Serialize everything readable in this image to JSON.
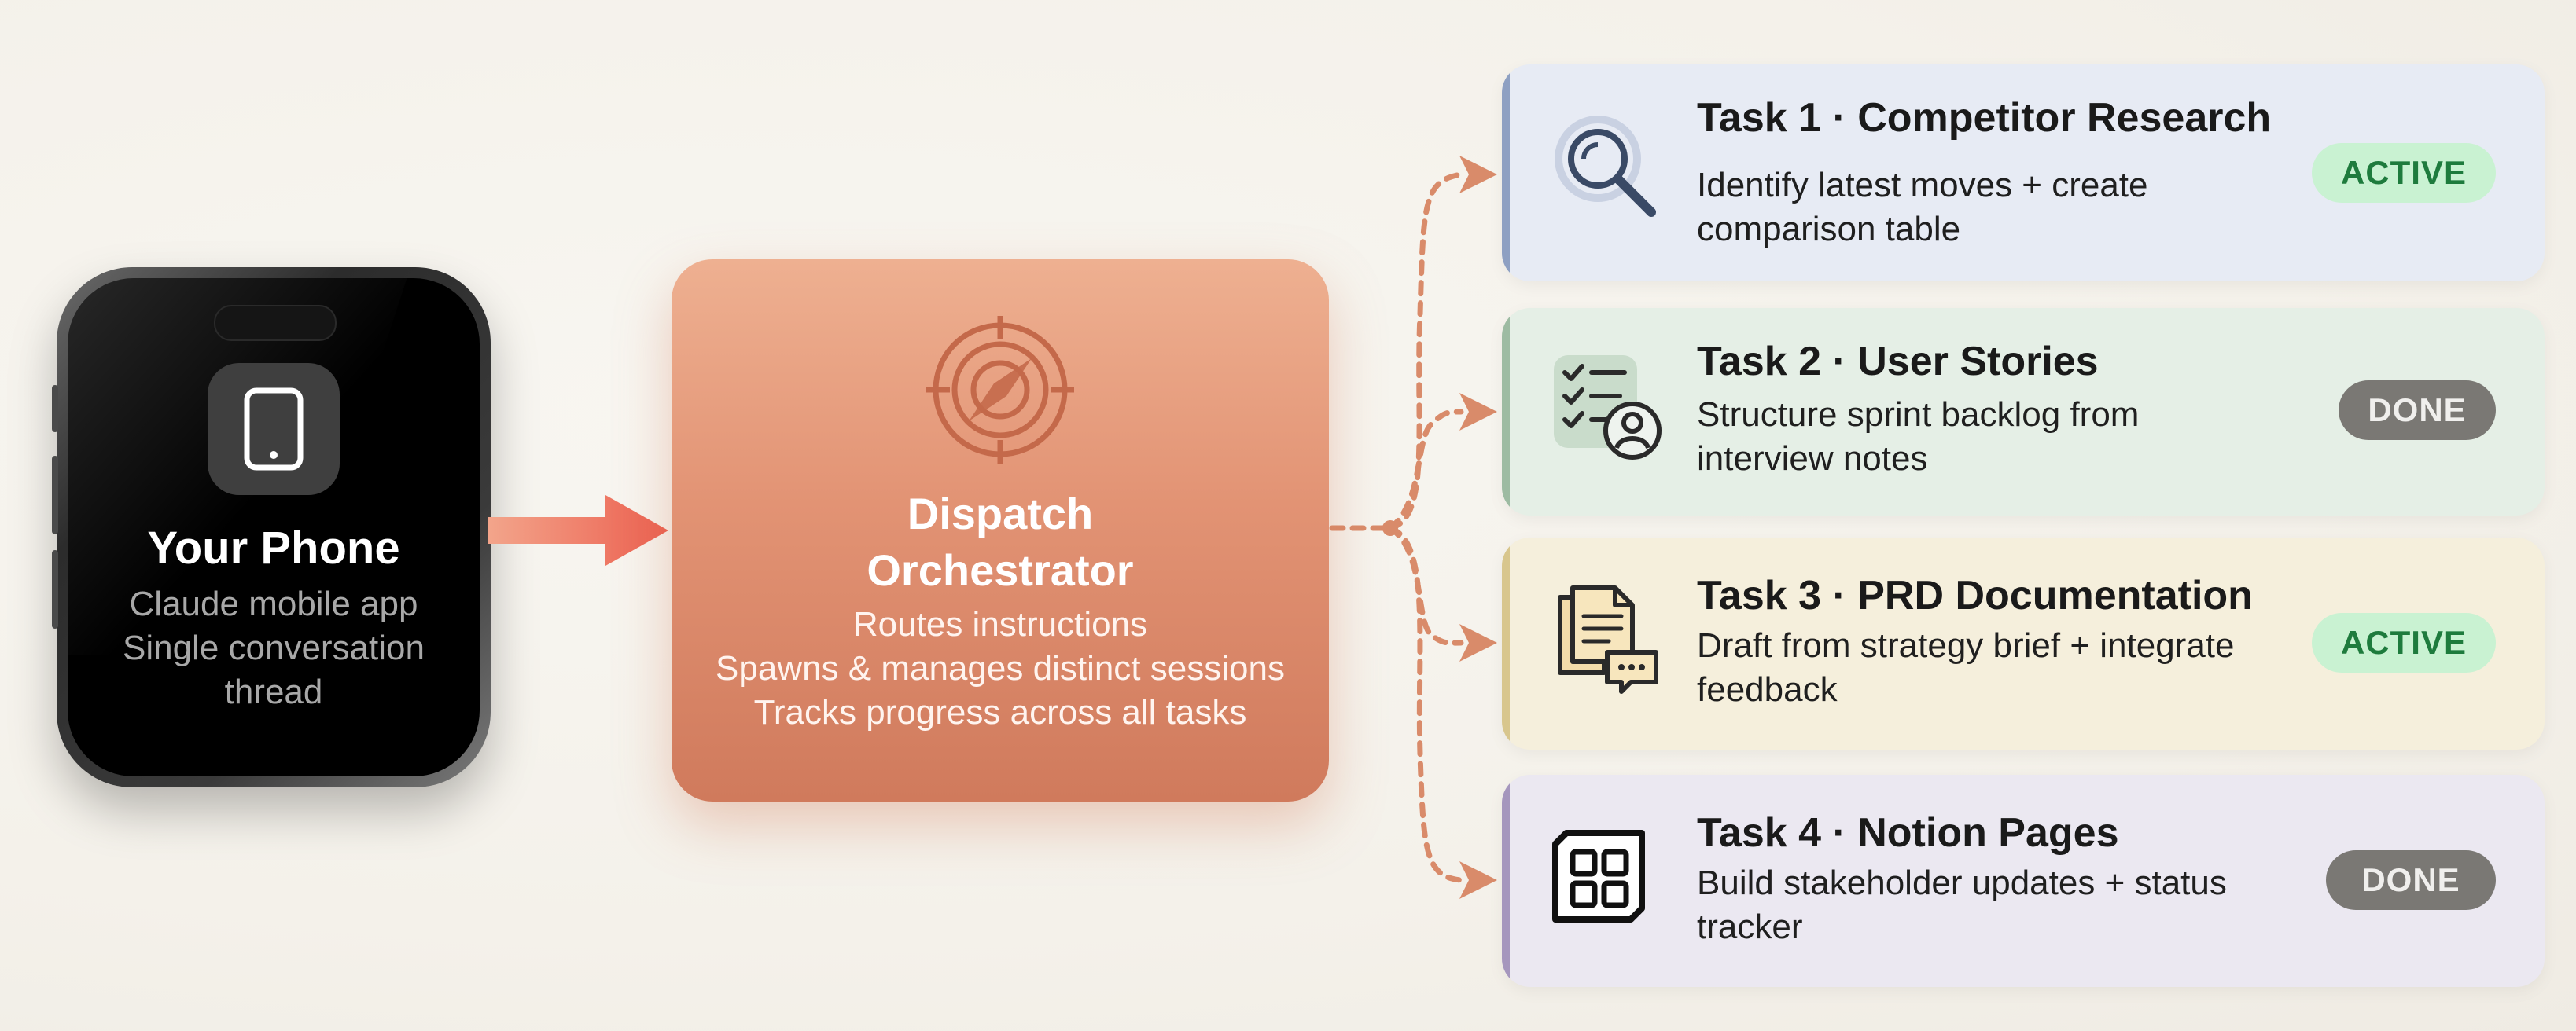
{
  "phone": {
    "title": "Your Phone",
    "lines": [
      "Claude mobile app",
      "Single conversation",
      "thread"
    ],
    "icon": "smartphone-icon"
  },
  "orchestrator": {
    "title_lines": [
      "Dispatch",
      "Orchestrator"
    ],
    "lines": [
      "Routes instructions",
      "Spawns & manages distinct sessions",
      "Tracks progress across all tasks"
    ],
    "icon": "compass-target-icon"
  },
  "tasks": [
    {
      "title": "Task 1 · Competitor Research",
      "desc_lines": [
        "Identify latest moves + create",
        "comparison table"
      ],
      "status": "ACTIVE",
      "icon": "magnifier-icon",
      "bg": "#e7ebf4",
      "accent": "#8ea0c2"
    },
    {
      "title": "Task 2 · User Stories",
      "desc_lines": [
        "Structure sprint backlog from",
        "interview notes"
      ],
      "status": "DONE",
      "icon": "checklist-user-icon",
      "bg": "#e5efe6",
      "accent": "#9dbba2"
    },
    {
      "title": "Task 3 · PRD Documentation",
      "desc_lines": [
        "Draft from strategy brief + integrate",
        "feedback"
      ],
      "status": "ACTIVE",
      "icon": "document-chat-icon",
      "bg": "#f5efdc",
      "accent": "#d8c68d"
    },
    {
      "title": "Task 4 · Notion Pages",
      "desc_lines": [
        "Build stakeholder updates + status",
        "tracker"
      ],
      "status": "DONE",
      "icon": "notion-grid-icon",
      "bg": "#ebe8f1",
      "accent": "#a596bd"
    }
  ],
  "colors": {
    "arrow": "#ec6050",
    "connector": "#d98b6a",
    "active_badge_bg": "#c9f2d2",
    "done_badge_bg": "#7a7874"
  }
}
